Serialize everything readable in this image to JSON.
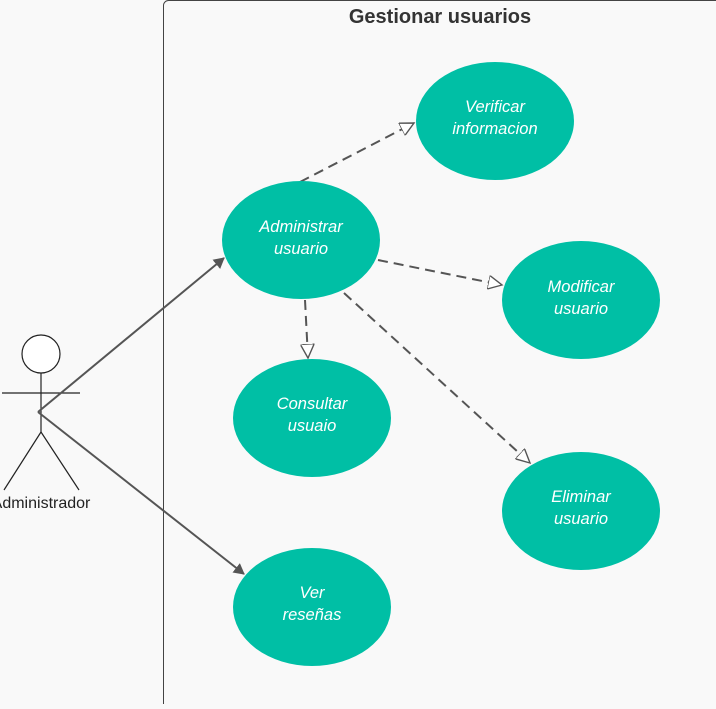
{
  "system": {
    "title": "Gestionar usuarios"
  },
  "actor": {
    "label": "Administrador"
  },
  "use_cases": {
    "administrar": {
      "line1": "Administrar",
      "line2": "usuario"
    },
    "verificar": {
      "line1": "Verificar",
      "line2": "informacion"
    },
    "modificar": {
      "line1": "Modificar",
      "line2": "usuario"
    },
    "consultar": {
      "line1": "Consultar",
      "line2": "usuaio"
    },
    "eliminar": {
      "line1": "Eliminar",
      "line2": "usuario"
    },
    "resenas": {
      "line1": "Ver",
      "line2": "reseñas"
    }
  },
  "colors": {
    "use_case_fill": "#00bfa5",
    "boundary": "#444444",
    "connector": "#555555"
  }
}
